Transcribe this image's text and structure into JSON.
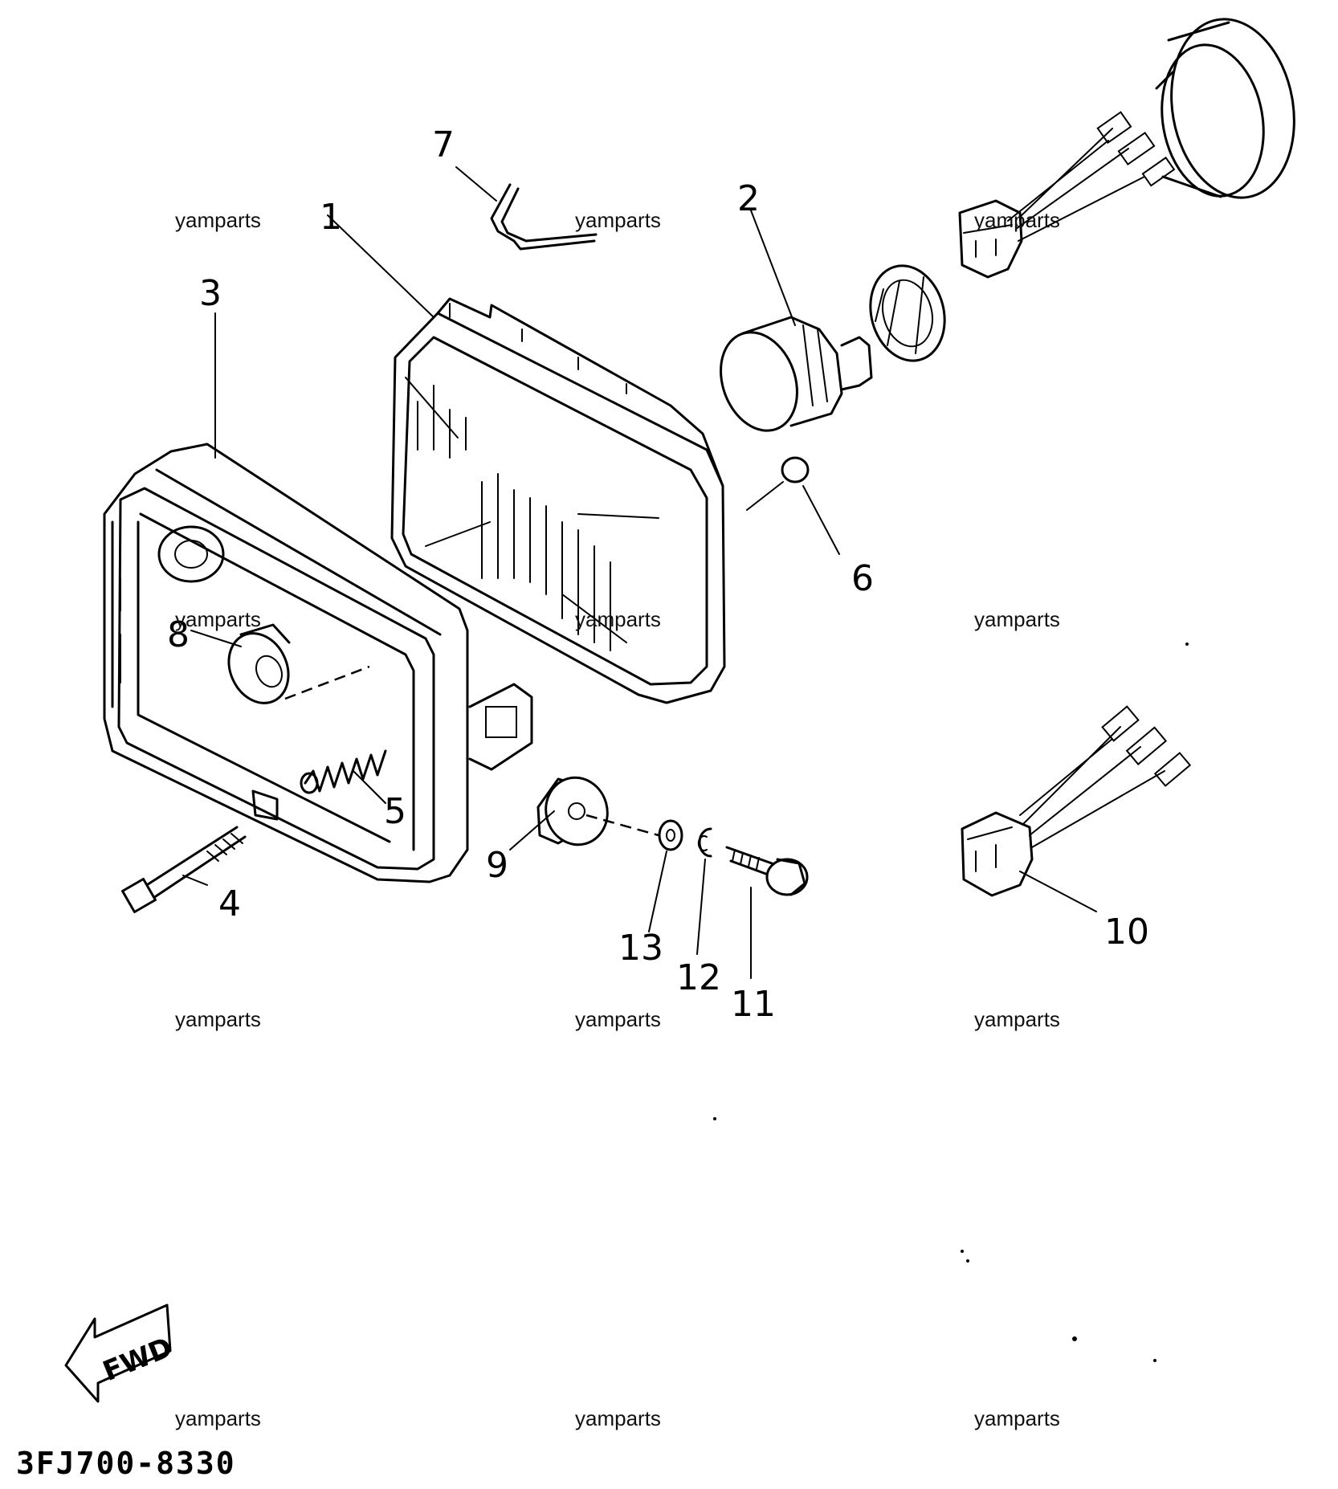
{
  "diagram": {
    "part_code": "3FJ700-8330",
    "direction_label": "FWD",
    "watermark_text": "yamparts",
    "callouts": {
      "c1": "1",
      "c2": "2",
      "c3": "3",
      "c4": "4",
      "c5": "5",
      "c6": "6",
      "c7": "7",
      "c8": "8",
      "c9": "9",
      "c10": "10",
      "c11": "11",
      "c12": "12",
      "c13": "13"
    }
  }
}
